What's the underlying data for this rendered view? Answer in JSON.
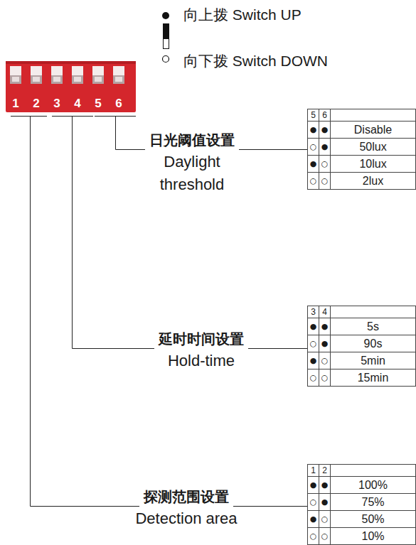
{
  "diagram": {
    "labels": [
      "1",
      "2",
      "3",
      "4",
      "5",
      "6",
      "日光阈值设置",
      "Daylight threshold",
      "延时时间设置",
      "Hold-time",
      "探测范围设置",
      "Detection area",
      "5",
      "6",
      "●",
      "●",
      "Disable",
      "○",
      "●",
      "50lux",
      "●",
      "○",
      "10lux",
      "○",
      "○",
      "2lux",
      "3",
      "4",
      "●",
      "●",
      "5s",
      "○",
      "●",
      "90s",
      "●",
      "○",
      "5min",
      "○",
      "○",
      "15min",
      "1",
      "2",
      "●",
      "●",
      "100%",
      "○",
      "●",
      "75%",
      "●",
      "○",
      "50%",
      "○",
      "○",
      "10%"
    ],
    "legend": [
      {
        "text": "向上拨 Switch UP"
      },
      {
        "text": "向下拨 Switch DOWN"
      }
    ]
  }
}
